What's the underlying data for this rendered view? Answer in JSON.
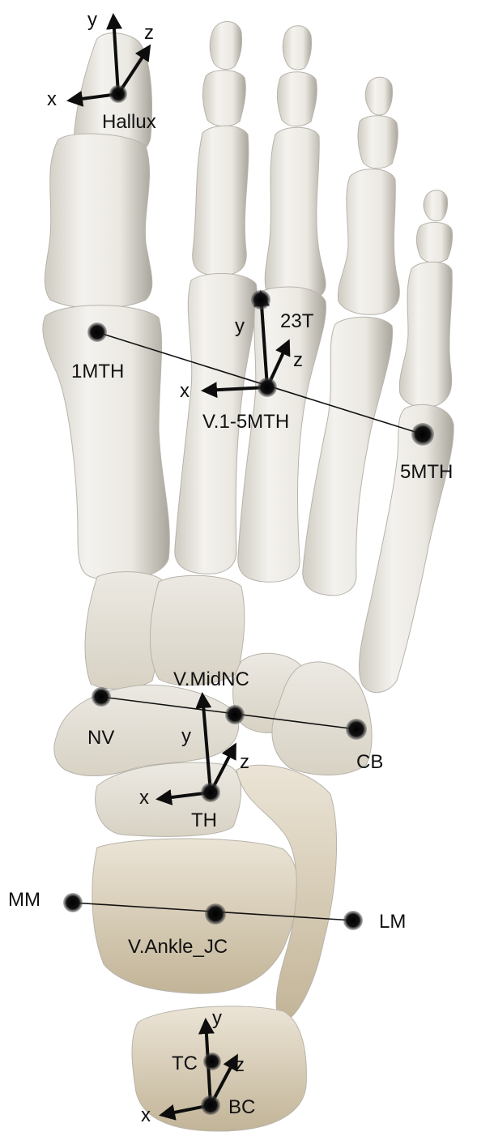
{
  "colors": {
    "bone_light": "#f1efe9",
    "bone_mid": "#dcd8ce",
    "bone_shadow": "#8f8b82",
    "rearfoot_light": "#ece3d2",
    "rearfoot_dark": "#b9ac91",
    "marker": "#0d0d0d",
    "line": "#111111"
  },
  "markers": {
    "hallux": "Hallux",
    "m23t": "23T",
    "m1mth": "1MTH",
    "v15mth": "V.1-5MTH",
    "m5mth": "5MTH",
    "vmidnc": "V.MidNC",
    "nv": "NV",
    "cb": "CB",
    "th": "TH",
    "mm": "MM",
    "lm": "LM",
    "vankle": "V.Ankle_JC",
    "tc": "TC",
    "bc": "BC"
  },
  "axes": {
    "x": "x",
    "y": "y",
    "z": "z"
  }
}
